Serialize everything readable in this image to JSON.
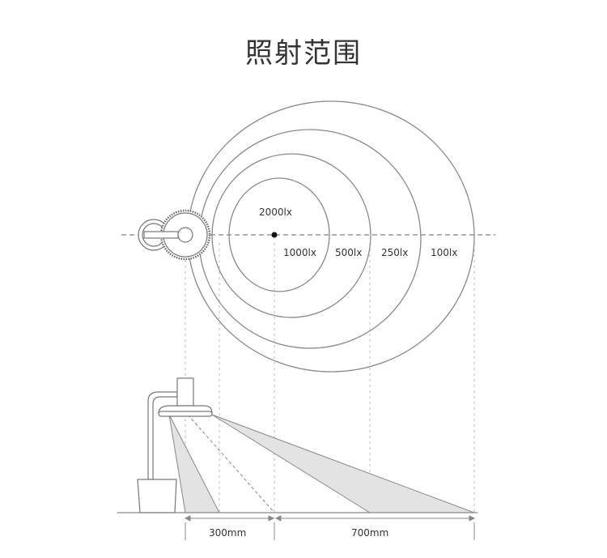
{
  "title": "照射范围",
  "rings": [
    {
      "label": "2000lx"
    },
    {
      "label": "1000lx"
    },
    {
      "label": "500lx"
    },
    {
      "label": "250lx"
    },
    {
      "label": "100lx"
    }
  ],
  "dimensions": [
    {
      "label": "300mm"
    },
    {
      "label": "700mm"
    }
  ],
  "colors": {
    "line": "#999999",
    "beam_fill": "#e3e3e3",
    "text": "#333333"
  }
}
